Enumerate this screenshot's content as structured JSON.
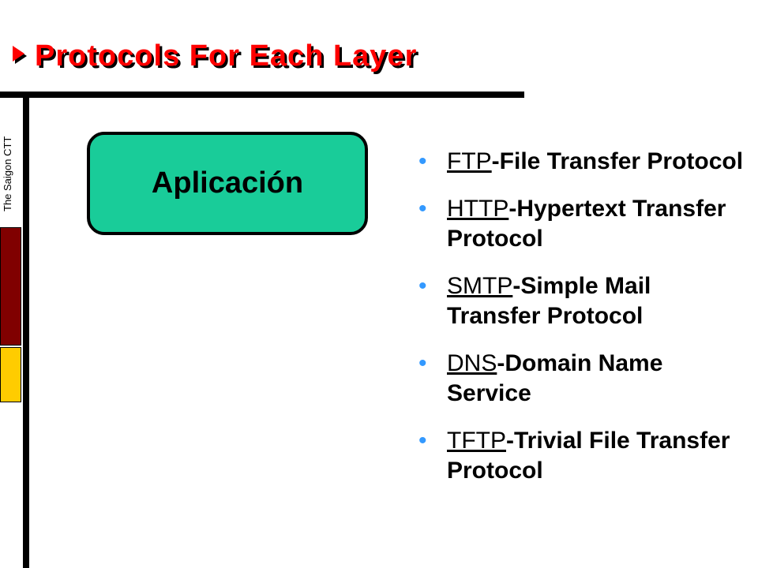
{
  "slide": {
    "title": "Protocols For Each Layer",
    "brand": "The Saigon CTT",
    "layer_label": "Aplicación",
    "protocols": [
      {
        "abbr": "FTP",
        "desc": "-File Transfer Protocol"
      },
      {
        "abbr": "HTTP",
        "desc": "-Hypertext Transfer Protocol"
      },
      {
        "abbr": "SMTP",
        "desc": "-Simple Mail Transfer Protocol"
      },
      {
        "abbr": "DNS",
        "desc": "-Domain Name Service"
      },
      {
        "abbr": "TFTP",
        "desc": "-Trivial File Transfer Protocol"
      }
    ],
    "colors": {
      "title": "#ff0000",
      "layer_box": "#19cc99",
      "bullet": "#3399ff",
      "side_red": "#800000",
      "side_yellow": "#ffcc00"
    },
    "icons": {
      "title_marker": "triangle-right-icon",
      "bullet": "bullet-dot-icon"
    }
  }
}
